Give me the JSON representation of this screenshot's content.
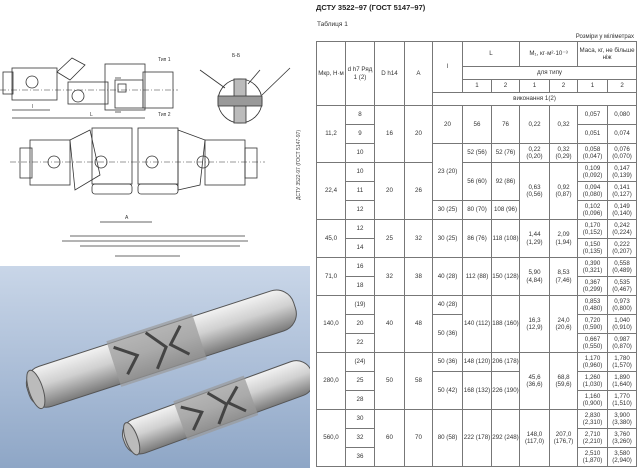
{
  "document": {
    "title": "ДСТУ 3522–97 (ГОСТ 5147–97)",
    "table_caption": "Таблиця 1",
    "units_note": "Розміри у міліметрах",
    "side_text": "ДСТУ 3522-97 (ГОСТ 5147-97)"
  },
  "drawing": {
    "type1_label": "Тип 1",
    "type2_label": "Тип 2",
    "section_label": "Б-Б",
    "dim_A": "A",
    "dim_L": "L",
    "dim_l": "l"
  },
  "table": {
    "header": {
      "mkp": "Мкр, Н·м",
      "d": "d h7 Ряд 1 (2)",
      "D": "D h14",
      "A": "A",
      "l": "l",
      "L": "L",
      "M": "M₁, кг·м²·10⁻³",
      "mass": "Маса, кг, не більше ніж",
      "for_type": "для типу",
      "t1": "1",
      "t2": "2",
      "execution": "виконання 1(2)"
    },
    "rows": [
      [
        {
          "t": "11,2",
          "rs": 3
        },
        {
          "t": "8"
        },
        {
          "t": "16",
          "rs": 3
        },
        {
          "t": "20",
          "rs": 3
        },
        {
          "t": "20",
          "rs": 2
        },
        {
          "t": "56",
          "rs": 2
        },
        {
          "t": "76",
          "rs": 2
        },
        {
          "t": "0,22",
          "rs": 2
        },
        {
          "t": "0,32",
          "rs": 2
        },
        {
          "t": "0,057"
        },
        {
          "t": "0,080"
        }
      ],
      [
        {
          "t": "9"
        },
        {
          "t": "0,051"
        },
        {
          "t": "0,074"
        }
      ],
      [
        {
          "t": "10"
        },
        {
          "t": "23 (20)",
          "rs": 3
        },
        {
          "t": "52 (56)"
        },
        {
          "t": "52 (76)"
        },
        {
          "t": "0,22 (0,20)"
        },
        {
          "t": "0,32 (0,29)"
        },
        {
          "t": "0,058 (0,047)"
        },
        {
          "t": "0,076 (0,070)"
        }
      ],
      [
        {
          "t": "22,4",
          "rs": 3
        },
        {
          "t": "10"
        },
        {
          "t": "20",
          "rs": 3
        },
        {
          "t": "26",
          "rs": 3
        },
        {
          "t": "56 (60)",
          "rs": 2
        },
        {
          "t": "92 (86)",
          "rs": 2
        },
        {
          "t": "0,63 (0,56)",
          "rs": 3
        },
        {
          "t": "0,92 (0,87)",
          "rs": 3
        },
        {
          "t": "0,109 (0,092)"
        },
        {
          "t": "0,147 (0,139)"
        }
      ],
      [
        {
          "t": "11"
        },
        {
          "t": "0,094 (0,080)"
        },
        {
          "t": "0,141 (0,127)"
        }
      ],
      [
        {
          "t": "12"
        },
        {
          "t": "30 (25)"
        },
        {
          "t": "80 (70)"
        },
        {
          "t": "108 (96)"
        },
        {
          "t": "0,102 (0,096)"
        },
        {
          "t": "0,149 (0,140)"
        }
      ],
      [
        {
          "t": "45,0",
          "rs": 2
        },
        {
          "t": "12"
        },
        {
          "t": "25",
          "rs": 2
        },
        {
          "t": "32",
          "rs": 2
        },
        {
          "t": "30 (25)",
          "rs": 2
        },
        {
          "t": "86 (76)",
          "rs": 2
        },
        {
          "t": "118 (108)",
          "rs": 2
        },
        {
          "t": "1,44 (1,29)",
          "rs": 2
        },
        {
          "t": "2,09 (1,94)",
          "rs": 2
        },
        {
          "t": "0,170 (0,152)"
        },
        {
          "t": "0,242 (0,224)"
        }
      ],
      [
        {
          "t": "14"
        },
        {
          "t": "0,150 (0,135)"
        },
        {
          "t": "0,222 (0,207)"
        }
      ],
      [
        {
          "t": "71,0",
          "rs": 2
        },
        {
          "t": "16"
        },
        {
          "t": "32",
          "rs": 2
        },
        {
          "t": "38",
          "rs": 2
        },
        {
          "t": "40 (28)",
          "rs": 2
        },
        {
          "t": "112 (88)",
          "rs": 2
        },
        {
          "t": "150 (128)",
          "rs": 2
        },
        {
          "t": "5,90 (4,84)",
          "rs": 2
        },
        {
          "t": "8,53 (7,46)",
          "rs": 2
        },
        {
          "t": "0,390 (0,321)"
        },
        {
          "t": "0,558 (0,489)"
        }
      ],
      [
        {
          "t": "18"
        },
        {
          "t": "0,367 (0,299)"
        },
        {
          "t": "0,535 (0,467)"
        }
      ],
      [
        {
          "t": "140,0",
          "rs": 3
        },
        {
          "t": "(19)"
        },
        {
          "t": "40",
          "rs": 3
        },
        {
          "t": "48",
          "rs": 3
        },
        {
          "t": "40 (28)"
        },
        {
          "t": "140 (112)",
          "rs": 3
        },
        {
          "t": "188 (160)",
          "rs": 3
        },
        {
          "t": "16,3 (12,9)",
          "rs": 3
        },
        {
          "t": "24,0 (20,6)",
          "rs": 3
        },
        {
          "t": "0,853 (0,480)"
        },
        {
          "t": "0,973 (0,800)"
        }
      ],
      [
        {
          "t": "20"
        },
        {
          "t": "50 (36)",
          "rs": 2
        },
        {
          "t": "0,720 (0,590)"
        },
        {
          "t": "1,040 (0,910)"
        }
      ],
      [
        {
          "t": "22"
        },
        {
          "t": "0,667 (0,550)"
        },
        {
          "t": "0,987 (0,870)"
        }
      ],
      [
        {
          "t": "280,0",
          "rs": 3
        },
        {
          "t": "(24)"
        },
        {
          "t": "50",
          "rs": 3
        },
        {
          "t": "58",
          "rs": 3
        },
        {
          "t": "50 (36)"
        },
        {
          "t": "148 (120)"
        },
        {
          "t": "206 (178)"
        },
        {
          "t": "45,6 (36,6)",
          "rs": 3
        },
        {
          "t": "68,8 (59,6)",
          "rs": 3
        },
        {
          "t": "1,170 (0,960)"
        },
        {
          "t": "1,780 (1,570)"
        }
      ],
      [
        {
          "t": "25"
        },
        {
          "t": "50 (42)",
          "rs": 2
        },
        {
          "t": "168 (132)",
          "rs": 2
        },
        {
          "t": "226 (190)",
          "rs": 2
        },
        {
          "t": "1,260 (1,030)"
        },
        {
          "t": "1,890 (1,640)"
        }
      ],
      [
        {
          "t": "28"
        },
        {
          "t": "1,160 (0,900)"
        },
        {
          "t": "1,770 (1,510)"
        }
      ],
      [
        {
          "t": "560,0",
          "rs": 3
        },
        {
          "t": "30"
        },
        {
          "t": "60",
          "rs": 3
        },
        {
          "t": "70",
          "rs": 3
        },
        {
          "t": "80 (58)",
          "rs": 3
        },
        {
          "t": "222 (178)",
          "rs": 3
        },
        {
          "t": "292 (248)",
          "rs": 3
        },
        {
          "t": "148,0 (117,0)",
          "rs": 3
        },
        {
          "t": "207,0 (176,7)",
          "rs": 3
        },
        {
          "t": "2,830 (2,310)"
        },
        {
          "t": "3,900 (3,380)"
        }
      ],
      [
        {
          "t": "32"
        },
        {
          "t": "2,710 (2,210)"
        },
        {
          "t": "3,760 (3,260)"
        }
      ],
      [
        {
          "t": "36"
        },
        {
          "t": "2,510 (1,870)"
        },
        {
          "t": "3,580 (2,940)"
        }
      ]
    ]
  }
}
